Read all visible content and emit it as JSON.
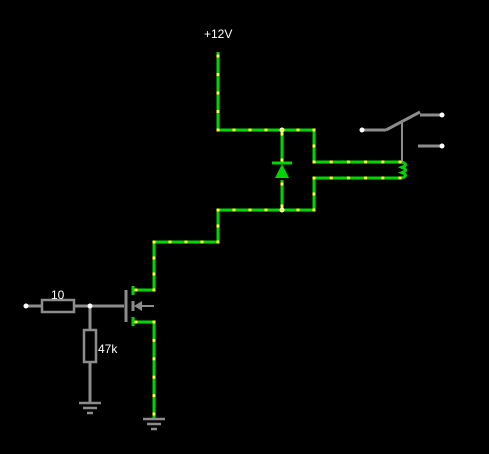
{
  "circuit": {
    "supply_label": "+12V",
    "resistor_series_label": "10",
    "resistor_pulldown_label": "47k"
  },
  "colors": {
    "live_wire": "#00d400",
    "dead_wire": "#8c8c8c",
    "current_dot": "#ffff33",
    "background": "#000000",
    "text": "#ffffff"
  },
  "icons": [
    "diode-icon",
    "relay-coil-icon",
    "relay-switch-icon",
    "mosfet-icon",
    "ground-icon",
    "resistor-icon"
  ]
}
